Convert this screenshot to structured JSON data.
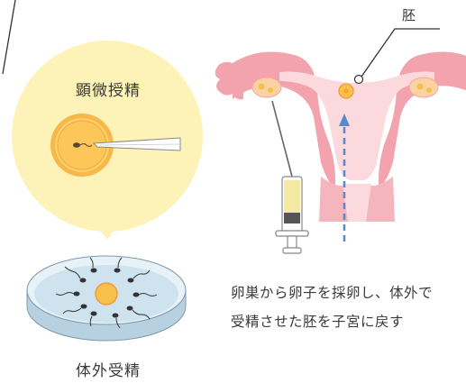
{
  "labels": {
    "microinjection": "顕微授精",
    "ivf": "体外受精",
    "embryo": "胚"
  },
  "description": {
    "line1": "卵巣から卵子を採卵し、体外で",
    "line2": "受精させた胚を子宮に戻す"
  },
  "colors": {
    "bubble": "#fdf3b8",
    "uterus_outer": "#f3a3ad",
    "uterus_inner": "#fbd9dc",
    "ovum": "#f6c04a",
    "ovum_ring": "#f39a3c",
    "dish": "#d8e9f3",
    "dish_edge": "#9ab7c7",
    "arrow": "#5b88c8",
    "line": "#333333",
    "syringe_fluid": "#f3e9a3"
  },
  "icons": {
    "sperm": "sperm-icon",
    "syringe": "syringe-icon",
    "petri_dish": "petri-dish-icon",
    "pipette": "micropipette-icon"
  }
}
